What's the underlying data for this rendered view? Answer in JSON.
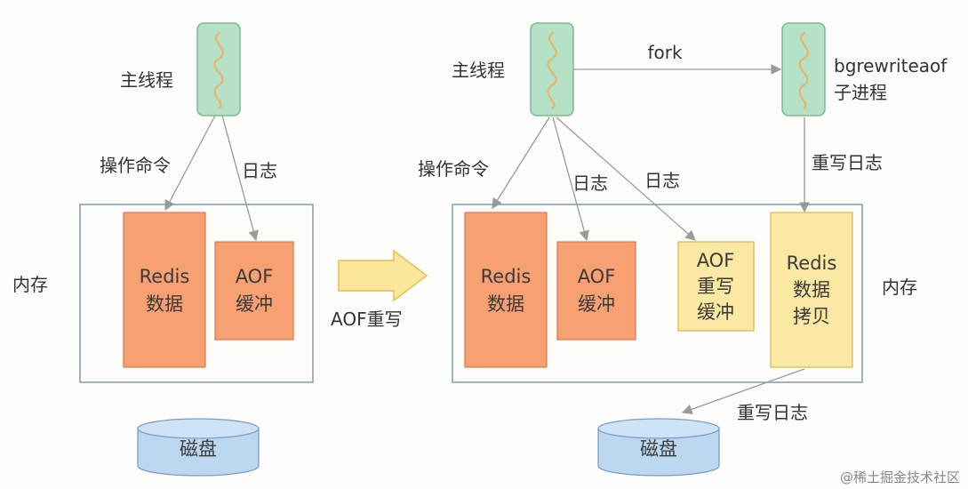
{
  "left": {
    "main_thread": "主线程",
    "op_command": "操作命令",
    "log": "日志",
    "memory": "内存",
    "redis_data": [
      "Redis",
      "数据"
    ],
    "aof_buffer": [
      "AOF",
      "缓冲"
    ],
    "disk": "磁盘"
  },
  "transition": {
    "label": "AOF重写"
  },
  "right": {
    "main_thread": "主线程",
    "fork": "fork",
    "child_process": [
      "bgrewriteaof",
      "子进程"
    ],
    "op_command": "操作命令",
    "log_1": "日志",
    "log_2": "日志",
    "rewrite_log_top": "重写日志",
    "memory": "内存",
    "redis_data": [
      "Redis",
      "数据"
    ],
    "aof_buffer": [
      "AOF",
      "缓冲"
    ],
    "aof_rewrite_buffer": [
      "AOF",
      "重写",
      "缓冲"
    ],
    "redis_data_copy": [
      "Redis",
      "数据",
      "拷贝"
    ],
    "rewrite_log_bottom": "重写日志",
    "disk": "磁盘"
  },
  "watermark": "@稀土掘金技术社区",
  "colors": {
    "thread_fill": "#b5e2c6",
    "thread_stroke": "#7fb894",
    "squiggle": "#e9b36a",
    "orange_fill": "#f7a072",
    "orange_stroke": "#d97a48",
    "yellow_fill": "#fbe8a2",
    "yellow_stroke": "#d6b84e",
    "frame": "#7e9bb0",
    "disk_fill": "#bcd7f0",
    "disk_stroke": "#7d9cbf",
    "arrow": "#9a9a9a",
    "big_arrow_fill": "#fde79b",
    "big_arrow_stroke": "#e0c056"
  }
}
